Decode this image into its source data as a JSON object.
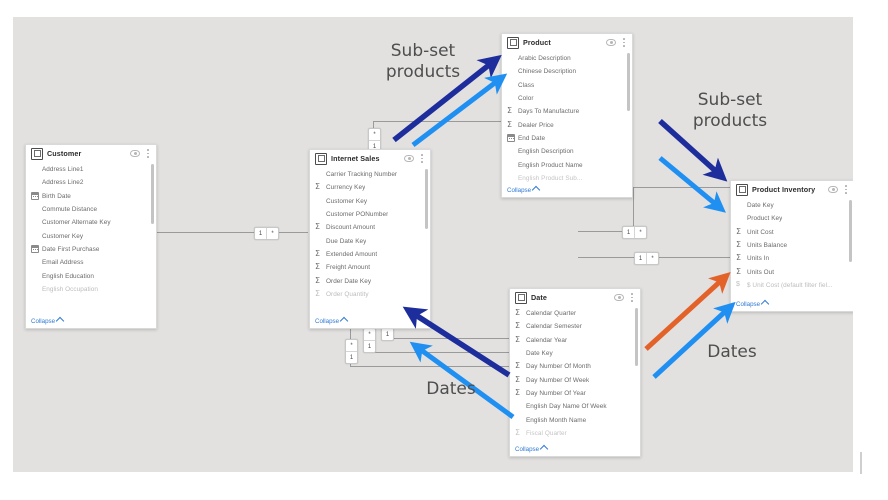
{
  "app": {
    "view_name": "Power BI model relationships diagram",
    "canvas_background": "#e2e1e0"
  },
  "tables": [
    {
      "id": "customer",
      "title": "Customer",
      "header_icons": [
        "table-icon",
        "hide-eye-icon",
        "more-options-icon"
      ],
      "collapse_label": "Collapse",
      "fields": [
        {
          "name": "Address Line1",
          "icon": "none"
        },
        {
          "name": "Address Line2",
          "icon": "none"
        },
        {
          "name": "Birth Date",
          "icon": "calendar"
        },
        {
          "name": "Commute Distance",
          "icon": "none"
        },
        {
          "name": "Customer Alternate Key",
          "icon": "none"
        },
        {
          "name": "Customer Key",
          "icon": "none"
        },
        {
          "name": "Date First Purchase",
          "icon": "calendar"
        },
        {
          "name": "Email Address",
          "icon": "none"
        },
        {
          "name": "English Education",
          "icon": "none"
        },
        {
          "name": "English Occupation",
          "icon": "none"
        }
      ]
    },
    {
      "id": "internet-sales",
      "title": "Internet Sales",
      "header_icons": [
        "table-icon",
        "hide-eye-icon",
        "more-options-icon"
      ],
      "collapse_label": "Collapse",
      "fields": [
        {
          "name": "Carrier Tracking Number",
          "icon": "none"
        },
        {
          "name": "Currency Key",
          "icon": "sigma"
        },
        {
          "name": "Customer Key",
          "icon": "none"
        },
        {
          "name": "Customer PONumber",
          "icon": "none"
        },
        {
          "name": "Discount Amount",
          "icon": "sigma"
        },
        {
          "name": "Due Date Key",
          "icon": "none"
        },
        {
          "name": "Extended Amount",
          "icon": "sigma"
        },
        {
          "name": "Freight Amount",
          "icon": "sigma"
        },
        {
          "name": "Order Date Key",
          "icon": "sigma"
        },
        {
          "name": "Order Quantity",
          "icon": "sigma"
        }
      ]
    },
    {
      "id": "product",
      "title": "Product",
      "header_icons": [
        "table-icon",
        "hide-eye-icon",
        "more-options-icon"
      ],
      "collapse_label": "Collapse",
      "fields": [
        {
          "name": "Arabic Description",
          "icon": "none"
        },
        {
          "name": "Chinese Description",
          "icon": "none"
        },
        {
          "name": "Class",
          "icon": "none"
        },
        {
          "name": "Color",
          "icon": "none"
        },
        {
          "name": "Days To Manufacture",
          "icon": "sigma"
        },
        {
          "name": "Dealer Price",
          "icon": "sigma"
        },
        {
          "name": "End Date",
          "icon": "calendar"
        },
        {
          "name": "English Description",
          "icon": "none"
        },
        {
          "name": "English Product Name",
          "icon": "none"
        },
        {
          "name": "English Product Sub...",
          "icon": "none"
        }
      ]
    },
    {
      "id": "product-inventory",
      "title": "Product Inventory",
      "header_icons": [
        "table-icon",
        "hide-eye-icon",
        "more-options-icon"
      ],
      "collapse_label": "Collapse",
      "fields": [
        {
          "name": "Date Key",
          "icon": "none"
        },
        {
          "name": "Product Key",
          "icon": "none"
        },
        {
          "name": "Unit Cost",
          "icon": "sigma"
        },
        {
          "name": "Units Balance",
          "icon": "sigma"
        },
        {
          "name": "Units In",
          "icon": "sigma"
        },
        {
          "name": "Units Out",
          "icon": "sigma"
        },
        {
          "name": "$ Unit Cost (default filter fiel...",
          "icon": "money"
        }
      ]
    },
    {
      "id": "date",
      "title": "Date",
      "header_icons": [
        "table-icon",
        "hide-eye-icon",
        "more-options-icon"
      ],
      "collapse_label": "Collapse",
      "fields": [
        {
          "name": "Calendar Quarter",
          "icon": "sigma"
        },
        {
          "name": "Calendar Semester",
          "icon": "sigma"
        },
        {
          "name": "Calendar Year",
          "icon": "sigma"
        },
        {
          "name": "Date Key",
          "icon": "none"
        },
        {
          "name": "Day Number Of Month",
          "icon": "sigma"
        },
        {
          "name": "Day Number Of Week",
          "icon": "sigma"
        },
        {
          "name": "Day Number Of Year",
          "icon": "sigma"
        },
        {
          "name": "English Day Name Of Week",
          "icon": "none"
        },
        {
          "name": "English Month Name",
          "icon": "none"
        },
        {
          "name": "Fiscal Quarter",
          "icon": "sigma"
        }
      ]
    }
  ],
  "relationships": [
    {
      "id": "customer-to-sales",
      "from_cardinality": "1",
      "to_cardinality": "*",
      "orientation": "horizontal"
    },
    {
      "id": "sales-to-product",
      "from_cardinality": "*",
      "to_cardinality": "1",
      "orientation": "vertical"
    },
    {
      "id": "product-to-inventory",
      "from_cardinality": "1",
      "to_cardinality": "*",
      "orientation": "horizontal"
    },
    {
      "id": "date-to-inventory",
      "from_cardinality": "1",
      "to_cardinality": "*",
      "orientation": "horizontal"
    },
    {
      "id": "date-to-sales-order",
      "from_cardinality": "*",
      "to_cardinality": "1",
      "orientation": "vertical"
    },
    {
      "id": "date-to-sales-due",
      "from_cardinality": "*",
      "to_cardinality": "1",
      "orientation": "vertical"
    },
    {
      "id": "date-to-sales-ship",
      "from_cardinality": "*",
      "to_cardinality": "1",
      "orientation": "vertical"
    }
  ],
  "annotations": [
    {
      "id": "subset-products-top",
      "text": "Sub-set\nproducts"
    },
    {
      "id": "subset-products-right",
      "text": "Sub-set\nproducts"
    },
    {
      "id": "dates-bottom",
      "text": "Dates"
    },
    {
      "id": "dates-right",
      "text": "Dates"
    }
  ],
  "arrow_colors": {
    "navy": "#1d2d9c",
    "light_blue": "#1f90f2",
    "orange": "#e2622a"
  }
}
